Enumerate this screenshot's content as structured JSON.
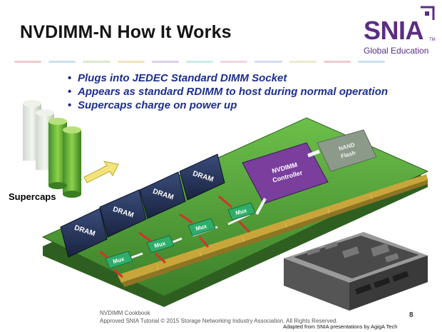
{
  "slide": {
    "title": "NVDIMM-N How It Works",
    "logo": {
      "name": "SNIA",
      "tm": "TM",
      "subtitle": "Global Education"
    },
    "bullets": [
      "Plugs into JEDEC Standard DIMM Socket",
      "Appears as standard RDIMM to host during normal operation",
      "Supercaps charge on power up"
    ],
    "diagram": {
      "supercaps_label": "Supercaps",
      "dram_label": "DRAM",
      "mux_label": "Mux",
      "controller_label_1": "NVDIMM",
      "controller_label_2": "Controller",
      "nand_label_1": "NAND",
      "nand_label_2": "Flash"
    },
    "footer": {
      "line1": "NVDIMM Cookbook",
      "line2": "Approved SNIA Tutorial © 2015 Storage Networking Industry Association. All Rights Reserved.",
      "page_number": "8",
      "credit": "Adapted from SNIA presentations by AgigA Tech"
    },
    "colors": {
      "title_text": "#141414",
      "bullet_text": "#1c2e8f",
      "logo_purple": "#5a2d82",
      "board_green": "#4e9a3a",
      "dram_navy": "#1f2a4a",
      "controller_purple": "#7a3e9c",
      "nand_gray": "#8c9a8a",
      "mux_green": "#2fae6a",
      "arrow_red": "#d4332a",
      "connector_gold": "#c9a63a"
    }
  }
}
